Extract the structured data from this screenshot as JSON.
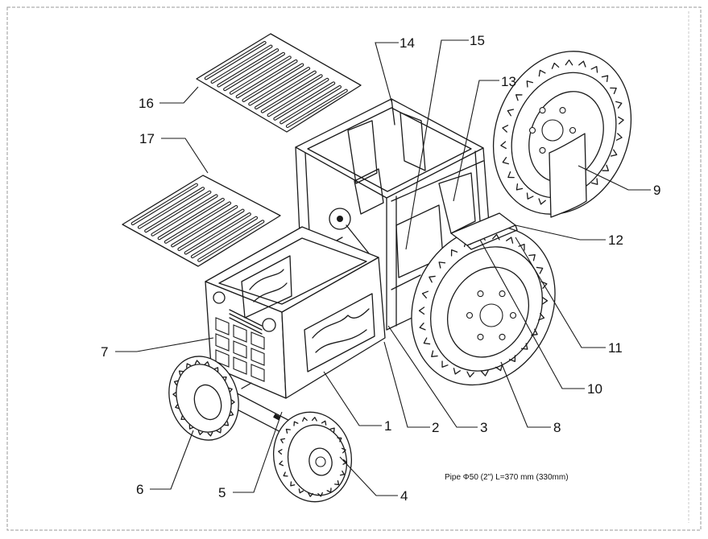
{
  "callouts": [
    {
      "id": "1",
      "label": "1"
    },
    {
      "id": "2",
      "label": "2"
    },
    {
      "id": "3",
      "label": "3"
    },
    {
      "id": "4",
      "label": "4"
    },
    {
      "id": "5",
      "label": "5"
    },
    {
      "id": "6",
      "label": "6"
    },
    {
      "id": "7",
      "label": "7"
    },
    {
      "id": "8",
      "label": "8"
    },
    {
      "id": "9",
      "label": "9"
    },
    {
      "id": "10",
      "label": "10"
    },
    {
      "id": "11",
      "label": "11"
    },
    {
      "id": "12",
      "label": "12"
    },
    {
      "id": "13",
      "label": "13"
    },
    {
      "id": "14",
      "label": "14"
    },
    {
      "id": "15",
      "label": "15"
    },
    {
      "id": "16",
      "label": "16"
    },
    {
      "id": "17",
      "label": "17"
    }
  ],
  "note": "Pipe Φ50 (2\") L=370 mm (330mm)",
  "colors": {
    "line": "#1a1a1a",
    "paper": "#ffffff",
    "frame": "#9a9a9a"
  }
}
